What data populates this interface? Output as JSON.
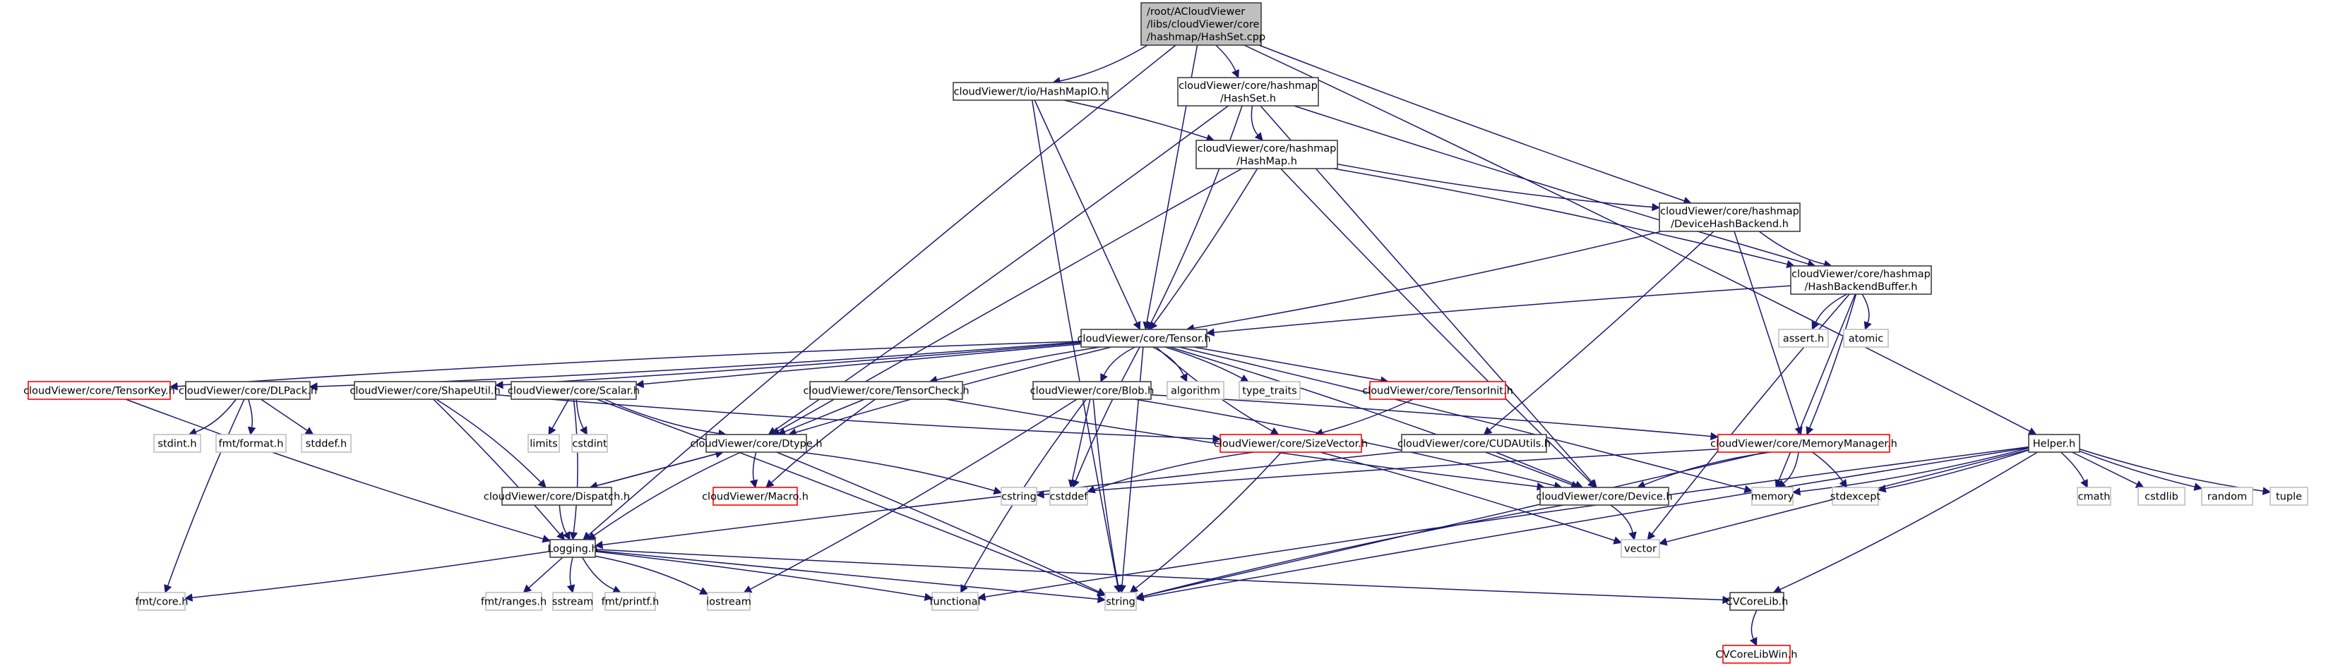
{
  "title": "Include dependency graph for HashSet.cpp",
  "colors": {
    "edge": "#191970",
    "root_fill": "#bfbfbf",
    "root_border": "#404040",
    "doc_border": "#404040",
    "missing_border": "#ff0000",
    "system_border": "#bfbfbf"
  },
  "nodes": [
    {
      "id": "root",
      "lines": [
        "/root/ACloudViewer",
        "/libs/cloudViewer/core",
        "/hashmap/HashSet.cpp"
      ],
      "kind": "root"
    },
    {
      "id": "hashmapio",
      "lines": [
        "cloudViewer/t/io/HashMapIO.h"
      ],
      "kind": "doc"
    },
    {
      "id": "hashset_h",
      "lines": [
        "cloudViewer/core/hashmap",
        "/HashSet.h"
      ],
      "kind": "doc"
    },
    {
      "id": "hashmap_h",
      "lines": [
        "cloudViewer/core/hashmap",
        "/HashMap.h"
      ],
      "kind": "doc"
    },
    {
      "id": "devicehashbackend",
      "lines": [
        "cloudViewer/core/hashmap",
        "/DeviceHashBackend.h"
      ],
      "kind": "doc"
    },
    {
      "id": "hashbackendbuffer",
      "lines": [
        "cloudViewer/core/hashmap",
        "/HashBackendBuffer.h"
      ],
      "kind": "doc"
    },
    {
      "id": "tensor",
      "lines": [
        "cloudViewer/core/Tensor.h"
      ],
      "kind": "doc"
    },
    {
      "id": "tensorkey",
      "lines": [
        "cloudViewer/core/TensorKey.h"
      ],
      "kind": "missing"
    },
    {
      "id": "dlpack",
      "lines": [
        "cloudViewer/core/DLPack.h"
      ],
      "kind": "doc"
    },
    {
      "id": "shapeutil",
      "lines": [
        "cloudViewer/core/ShapeUtil.h"
      ],
      "kind": "doc"
    },
    {
      "id": "scalar",
      "lines": [
        "cloudViewer/core/Scalar.h"
      ],
      "kind": "doc"
    },
    {
      "id": "tensorcheck",
      "lines": [
        "cloudViewer/core/TensorCheck.h"
      ],
      "kind": "doc"
    },
    {
      "id": "blob",
      "lines": [
        "cloudViewer/core/Blob.h"
      ],
      "kind": "doc"
    },
    {
      "id": "algorithm",
      "lines": [
        "algorithm"
      ],
      "kind": "system"
    },
    {
      "id": "type_traits",
      "lines": [
        "type_traits"
      ],
      "kind": "system"
    },
    {
      "id": "tensorinit",
      "lines": [
        "cloudViewer/core/TensorInit.h"
      ],
      "kind": "missing"
    },
    {
      "id": "assert_h",
      "lines": [
        "assert.h"
      ],
      "kind": "system"
    },
    {
      "id": "atomic",
      "lines": [
        "atomic"
      ],
      "kind": "system"
    },
    {
      "id": "stdint_h",
      "lines": [
        "stdint.h"
      ],
      "kind": "system"
    },
    {
      "id": "fmt_format",
      "lines": [
        "fmt/format.h"
      ],
      "kind": "system"
    },
    {
      "id": "stddef_h",
      "lines": [
        "stddef.h"
      ],
      "kind": "system"
    },
    {
      "id": "limits",
      "lines": [
        "limits"
      ],
      "kind": "system"
    },
    {
      "id": "cstdint",
      "lines": [
        "cstdint"
      ],
      "kind": "system"
    },
    {
      "id": "dtype",
      "lines": [
        "cloudViewer/core/Dtype.h"
      ],
      "kind": "doc"
    },
    {
      "id": "sizevector",
      "lines": [
        "cloudViewer/core/SizeVector.h"
      ],
      "kind": "missing"
    },
    {
      "id": "cudautils",
      "lines": [
        "cloudViewer/core/CUDAUtils.h"
      ],
      "kind": "doc"
    },
    {
      "id": "memorymanager",
      "lines": [
        "cloudViewer/core/MemoryManager.h"
      ],
      "kind": "missing"
    },
    {
      "id": "helper",
      "lines": [
        "Helper.h"
      ],
      "kind": "doc"
    },
    {
      "id": "dispatch",
      "lines": [
        "cloudViewer/core/Dispatch.h"
      ],
      "kind": "doc"
    },
    {
      "id": "macro",
      "lines": [
        "cloudViewer/Macro.h"
      ],
      "kind": "missing"
    },
    {
      "id": "cstring",
      "lines": [
        "cstring"
      ],
      "kind": "system"
    },
    {
      "id": "cstddef",
      "lines": [
        "cstddef"
      ],
      "kind": "system"
    },
    {
      "id": "device",
      "lines": [
        "cloudViewer/core/Device.h"
      ],
      "kind": "doc"
    },
    {
      "id": "memory",
      "lines": [
        "memory"
      ],
      "kind": "system"
    },
    {
      "id": "stdexcept",
      "lines": [
        "stdexcept"
      ],
      "kind": "system"
    },
    {
      "id": "cmath",
      "lines": [
        "cmath"
      ],
      "kind": "system"
    },
    {
      "id": "cstdlib",
      "lines": [
        "cstdlib"
      ],
      "kind": "system"
    },
    {
      "id": "random",
      "lines": [
        "random"
      ],
      "kind": "system"
    },
    {
      "id": "tuple",
      "lines": [
        "tuple"
      ],
      "kind": "system"
    },
    {
      "id": "logging",
      "lines": [
        "Logging.h"
      ],
      "kind": "doc"
    },
    {
      "id": "vector",
      "lines": [
        "vector"
      ],
      "kind": "system"
    },
    {
      "id": "fmt_core",
      "lines": [
        "fmt/core.h"
      ],
      "kind": "system"
    },
    {
      "id": "fmt_ranges",
      "lines": [
        "fmt/ranges.h"
      ],
      "kind": "system"
    },
    {
      "id": "sstream",
      "lines": [
        "sstream"
      ],
      "kind": "system"
    },
    {
      "id": "fmt_printf",
      "lines": [
        "fmt/printf.h"
      ],
      "kind": "system"
    },
    {
      "id": "iostream",
      "lines": [
        "iostream"
      ],
      "kind": "system"
    },
    {
      "id": "functional",
      "lines": [
        "functional"
      ],
      "kind": "system"
    },
    {
      "id": "string",
      "lines": [
        "string"
      ],
      "kind": "system"
    },
    {
      "id": "cvcorelib",
      "lines": [
        "CVCoreLib.h"
      ],
      "kind": "doc"
    },
    {
      "id": "cvcorelibwin",
      "lines": [
        "CVCoreLibWin.h"
      ],
      "kind": "missing"
    }
  ],
  "edges": [
    [
      "root",
      "hashmapio"
    ],
    [
      "root",
      "hashset_h"
    ],
    [
      "root",
      "tensor"
    ],
    [
      "root",
      "devicehashbackend"
    ],
    [
      "root",
      "logging"
    ],
    [
      "root",
      "helper"
    ],
    [
      "hashmapio",
      "hashmap_h"
    ],
    [
      "hashmapio",
      "tensor"
    ],
    [
      "hashmapio",
      "string"
    ],
    [
      "hashset_h",
      "hashmap_h"
    ],
    [
      "hashset_h",
      "tensor"
    ],
    [
      "hashset_h",
      "dtype"
    ],
    [
      "hashset_h",
      "device"
    ],
    [
      "hashset_h",
      "hashbackendbuffer"
    ],
    [
      "hashmap_h",
      "devicehashbackend"
    ],
    [
      "hashmap_h",
      "hashbackendbuffer"
    ],
    [
      "hashmap_h",
      "tensor"
    ],
    [
      "hashmap_h",
      "dtype"
    ],
    [
      "hashmap_h",
      "device"
    ],
    [
      "devicehashbackend",
      "hashbackendbuffer"
    ],
    [
      "devicehashbackend",
      "tensor"
    ],
    [
      "devicehashbackend",
      "cudautils"
    ],
    [
      "devicehashbackend",
      "memorymanager"
    ],
    [
      "hashbackendbuffer",
      "tensor"
    ],
    [
      "hashbackendbuffer",
      "assert_h"
    ],
    [
      "hashbackendbuffer",
      "atomic"
    ],
    [
      "hashbackendbuffer",
      "memorymanager"
    ],
    [
      "hashbackendbuffer",
      "memory"
    ],
    [
      "hashbackendbuffer",
      "vector"
    ],
    [
      "tensor",
      "tensorkey"
    ],
    [
      "tensor",
      "dlpack"
    ],
    [
      "tensor",
      "shapeutil"
    ],
    [
      "tensor",
      "scalar"
    ],
    [
      "tensor",
      "tensorcheck"
    ],
    [
      "tensor",
      "blob"
    ],
    [
      "tensor",
      "algorithm"
    ],
    [
      "tensor",
      "type_traits"
    ],
    [
      "tensor",
      "tensorinit"
    ],
    [
      "tensor",
      "dtype"
    ],
    [
      "tensor",
      "sizevector"
    ],
    [
      "tensor",
      "device"
    ],
    [
      "tensor",
      "memory"
    ],
    [
      "tensor",
      "string"
    ],
    [
      "tensor",
      "cstddef"
    ],
    [
      "tensorkey",
      "logging"
    ],
    [
      "dlpack",
      "stdint_h"
    ],
    [
      "dlpack",
      "fmt_format"
    ],
    [
      "dlpack",
      "stddef_h"
    ],
    [
      "dlpack",
      "fmt_core"
    ],
    [
      "shapeutil",
      "sizevector"
    ],
    [
      "shapeutil",
      "dispatch"
    ],
    [
      "shapeutil",
      "logging"
    ],
    [
      "scalar",
      "limits"
    ],
    [
      "scalar",
      "cstdint"
    ],
    [
      "scalar",
      "dtype"
    ],
    [
      "scalar",
      "logging"
    ],
    [
      "scalar",
      "string"
    ],
    [
      "tensorcheck",
      "dtype"
    ],
    [
      "tensorcheck",
      "macro"
    ],
    [
      "tensorcheck",
      "device"
    ],
    [
      "blob",
      "device"
    ],
    [
      "blob",
      "memorymanager"
    ],
    [
      "blob",
      "cstddef"
    ],
    [
      "blob",
      "string"
    ],
    [
      "blob",
      "functional"
    ],
    [
      "blob",
      "iostream"
    ],
    [
      "tensorinit",
      "sizevector"
    ],
    [
      "dtype",
      "dispatch"
    ],
    [
      "dtype",
      "macro"
    ],
    [
      "dtype",
      "logging"
    ],
    [
      "dtype",
      "cstring"
    ],
    [
      "dtype",
      "string"
    ],
    [
      "dispatch",
      "dtype"
    ],
    [
      "dispatch",
      "logging"
    ],
    [
      "sizevector",
      "cstddef"
    ],
    [
      "sizevector",
      "string"
    ],
    [
      "sizevector",
      "vector"
    ],
    [
      "cudautils",
      "device"
    ],
    [
      "cudautils",
      "logging"
    ],
    [
      "memorymanager",
      "device"
    ],
    [
      "memorymanager",
      "memory"
    ],
    [
      "memorymanager",
      "stdexcept"
    ],
    [
      "memorymanager",
      "string"
    ],
    [
      "memorymanager",
      "cstring"
    ],
    [
      "device",
      "string"
    ],
    [
      "device",
      "vector"
    ],
    [
      "helper",
      "cmath"
    ],
    [
      "helper",
      "cstdlib"
    ],
    [
      "helper",
      "random"
    ],
    [
      "helper",
      "tuple"
    ],
    [
      "helper",
      "memory"
    ],
    [
      "helper",
      "stdexcept"
    ],
    [
      "helper",
      "vector"
    ],
    [
      "helper",
      "string"
    ],
    [
      "helper",
      "functional"
    ],
    [
      "helper",
      "cvcorelib"
    ],
    [
      "logging",
      "fmt_core"
    ],
    [
      "logging",
      "fmt_ranges"
    ],
    [
      "logging",
      "sstream"
    ],
    [
      "logging",
      "fmt_printf"
    ],
    [
      "logging",
      "iostream"
    ],
    [
      "logging",
      "functional"
    ],
    [
      "logging",
      "string"
    ],
    [
      "logging",
      "cvcorelib"
    ],
    [
      "cvcorelib",
      "cvcorelibwin"
    ]
  ]
}
